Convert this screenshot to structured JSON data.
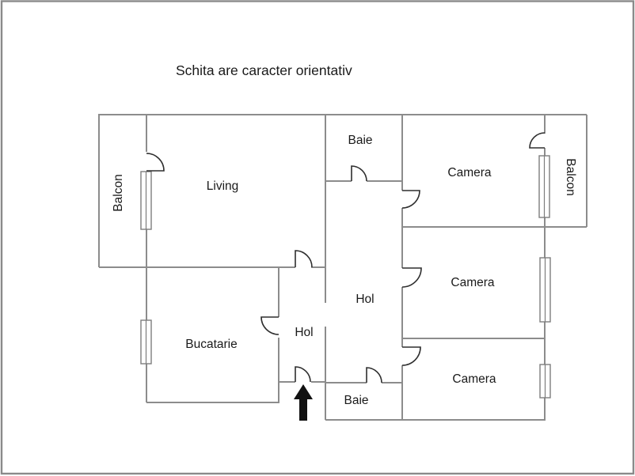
{
  "title": "Schita are caracter orientativ",
  "rooms": {
    "living": "Living",
    "bucatarie": "Bucatarie",
    "hol_small": "Hol",
    "hol_big": "Hol",
    "baie_top": "Baie",
    "baie_bottom": "Baie",
    "camera_top": "Camera",
    "camera_middle": "Camera",
    "camera_bottom": "Camera",
    "balcon_left": "Balcon",
    "balcon_right": "Balcon"
  },
  "colors": {
    "background": "#ffffff",
    "border": "#8a8a8a",
    "wall": "#8c8c8c",
    "door": "#2e2e2e",
    "window": "#7d7d7d",
    "window_fill": "#ffffff",
    "arrow": "#111111",
    "text": "#1a1a1a"
  }
}
